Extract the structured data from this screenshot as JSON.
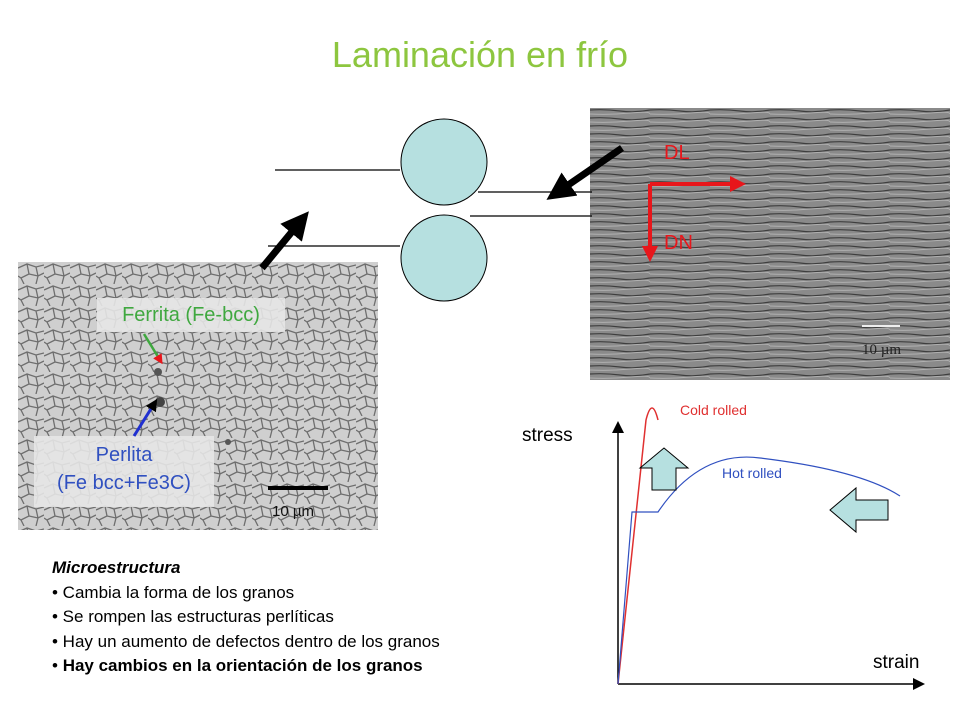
{
  "title": "Laminación en frío",
  "micro_left": {
    "ferrita_label": "Ferrita (Fe-bcc)",
    "perlita_line1": "Perlita",
    "perlita_line2": "(Fe bcc+Fe3C)",
    "scale_label": "10 µm"
  },
  "micro_right": {
    "dl_label": "DL",
    "dn_label": "DN",
    "scale_label": "10 µm"
  },
  "bullets": {
    "heading": "Microestructura",
    "items": [
      "• Cambia la forma de los granos",
      "• Se rompen las estructuras perlíticas",
      "• Hay un aumento de defectos dentro de los granos"
    ],
    "bold_item": "Hay cambios en la orientación de los granos"
  },
  "chart_data": {
    "type": "line",
    "xlabel": "strain",
    "ylabel": "stress",
    "series": [
      {
        "name": "Cold rolled",
        "color": "#e03030"
      },
      {
        "name": "Hot rolled",
        "color": "#3050c0"
      }
    ]
  },
  "colors": {
    "title": "#8dc63f",
    "arrow_red": "#e8161b",
    "roll_fill": "#b6e0e0",
    "block_arrow_fill": "#b6e0e0"
  }
}
